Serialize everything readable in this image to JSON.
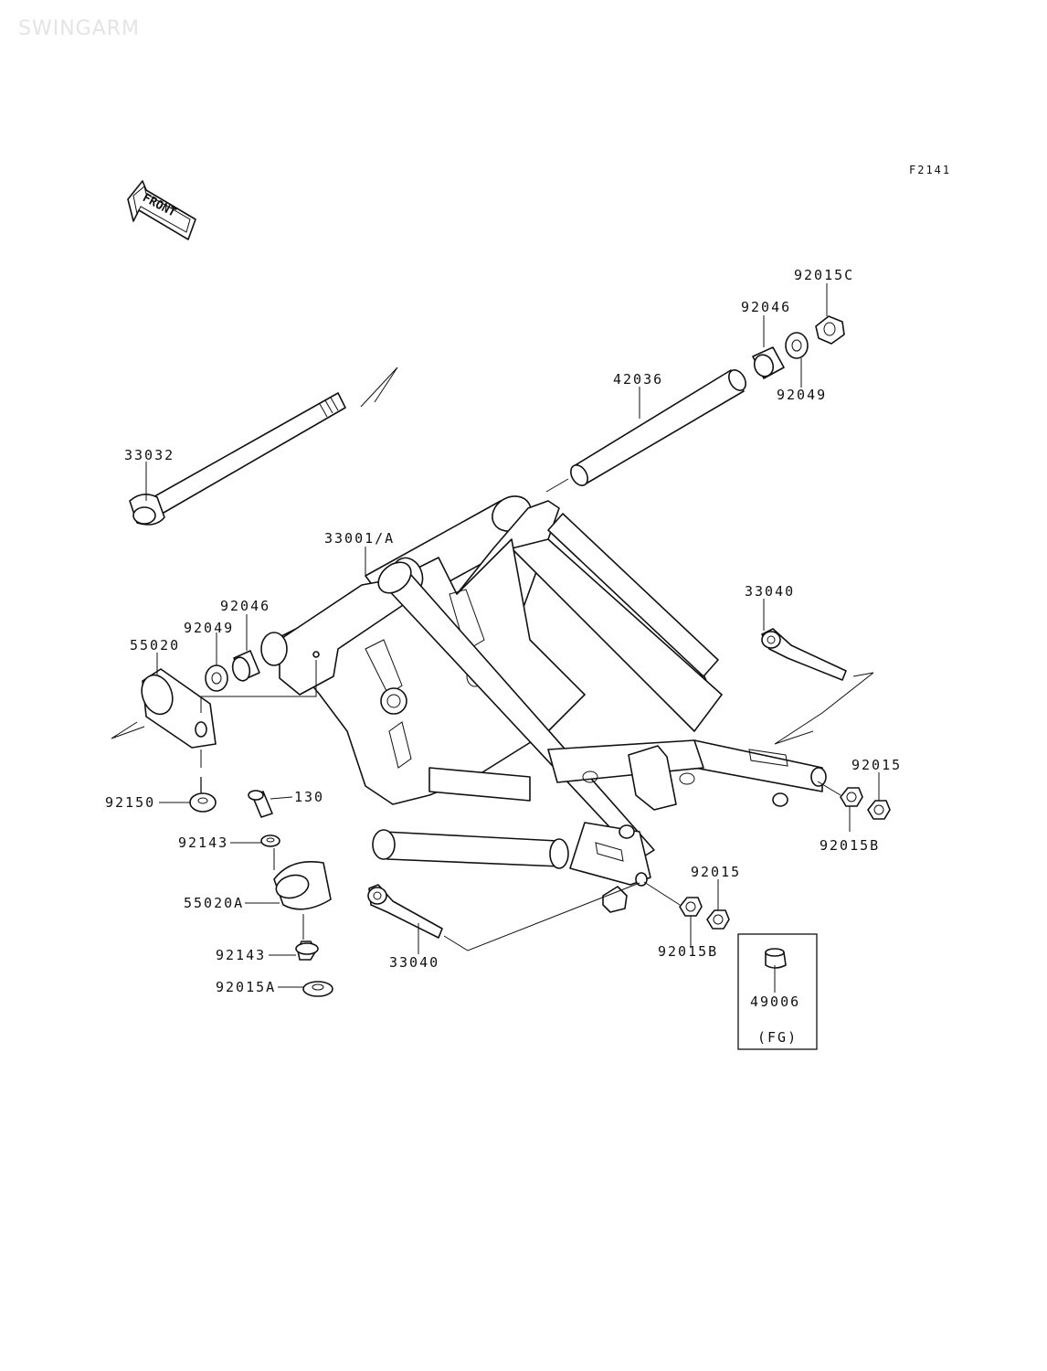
{
  "header": {
    "title": "SWINGARM",
    "figure_code": "F2141"
  },
  "front_indicator": {
    "text": "FRONT",
    "icon": "front-arrow-icon"
  },
  "parts": {
    "p33032": "33032",
    "p42036": "42036",
    "p92046_top": "92046",
    "p92015C": "92015C",
    "p92049_top": "92049",
    "p33001A": "33001/A",
    "p92046_left": "92046",
    "p92049_left": "92049",
    "p55020": "55020",
    "p33040_right": "33040",
    "p92015_right": "92015",
    "p92015B_right": "92015B",
    "p92150": "92150",
    "p130": "130",
    "p92143_top": "92143",
    "p55020A": "55020A",
    "p92143_bottom": "92143",
    "p92015A": "92015A",
    "p33040_bottom": "33040",
    "p92015_bottom": "92015",
    "p92015B_bottom": "92015B",
    "p49006": "49006"
  },
  "inset": {
    "note": "(FG)"
  }
}
